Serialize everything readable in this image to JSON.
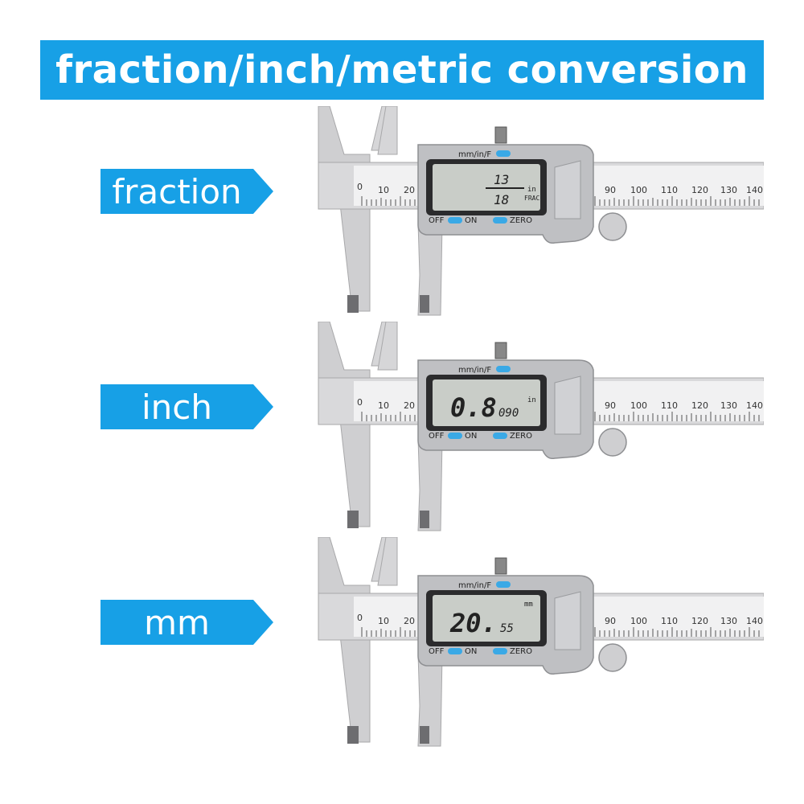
{
  "header": {
    "title": "fraction/inch/metric conversion"
  },
  "panels": [
    {
      "label": "fraction",
      "mode_button": "mm/in/F",
      "display": {
        "value": "",
        "numerator": "13",
        "denominator": "18",
        "unit": "in",
        "unit2": "FRAC"
      },
      "buttons": {
        "off": "OFF",
        "on": "ON",
        "zero": "ZERO"
      },
      "scale_left": [
        "0",
        "10",
        "20"
      ],
      "scale_right": [
        "90",
        "100",
        "110",
        "120",
        "130",
        "140"
      ]
    },
    {
      "label": "inch",
      "mode_button": "mm/in/F",
      "display": {
        "value": "0.8",
        "small": "090",
        "unit": "in"
      },
      "buttons": {
        "off": "OFF",
        "on": "ON",
        "zero": "ZERO"
      },
      "scale_left": [
        "0",
        "10",
        "20"
      ],
      "scale_right": [
        "90",
        "100",
        "110",
        "120",
        "130",
        "140"
      ]
    },
    {
      "label": "mm",
      "mode_button": "mm/in/F",
      "display": {
        "value": "20.",
        "small": "55",
        "unit": "mm"
      },
      "buttons": {
        "off": "OFF",
        "on": "ON",
        "zero": "ZERO"
      },
      "scale_left": [
        "0",
        "10",
        "20"
      ],
      "scale_right": [
        "90",
        "100",
        "110",
        "120",
        "130",
        "140"
      ]
    }
  ],
  "colors": {
    "accent": "#17a0e6",
    "button_blue": "#3aa9e6",
    "lcd": "#c9cdc8",
    "steel": "#c8c8ca"
  }
}
